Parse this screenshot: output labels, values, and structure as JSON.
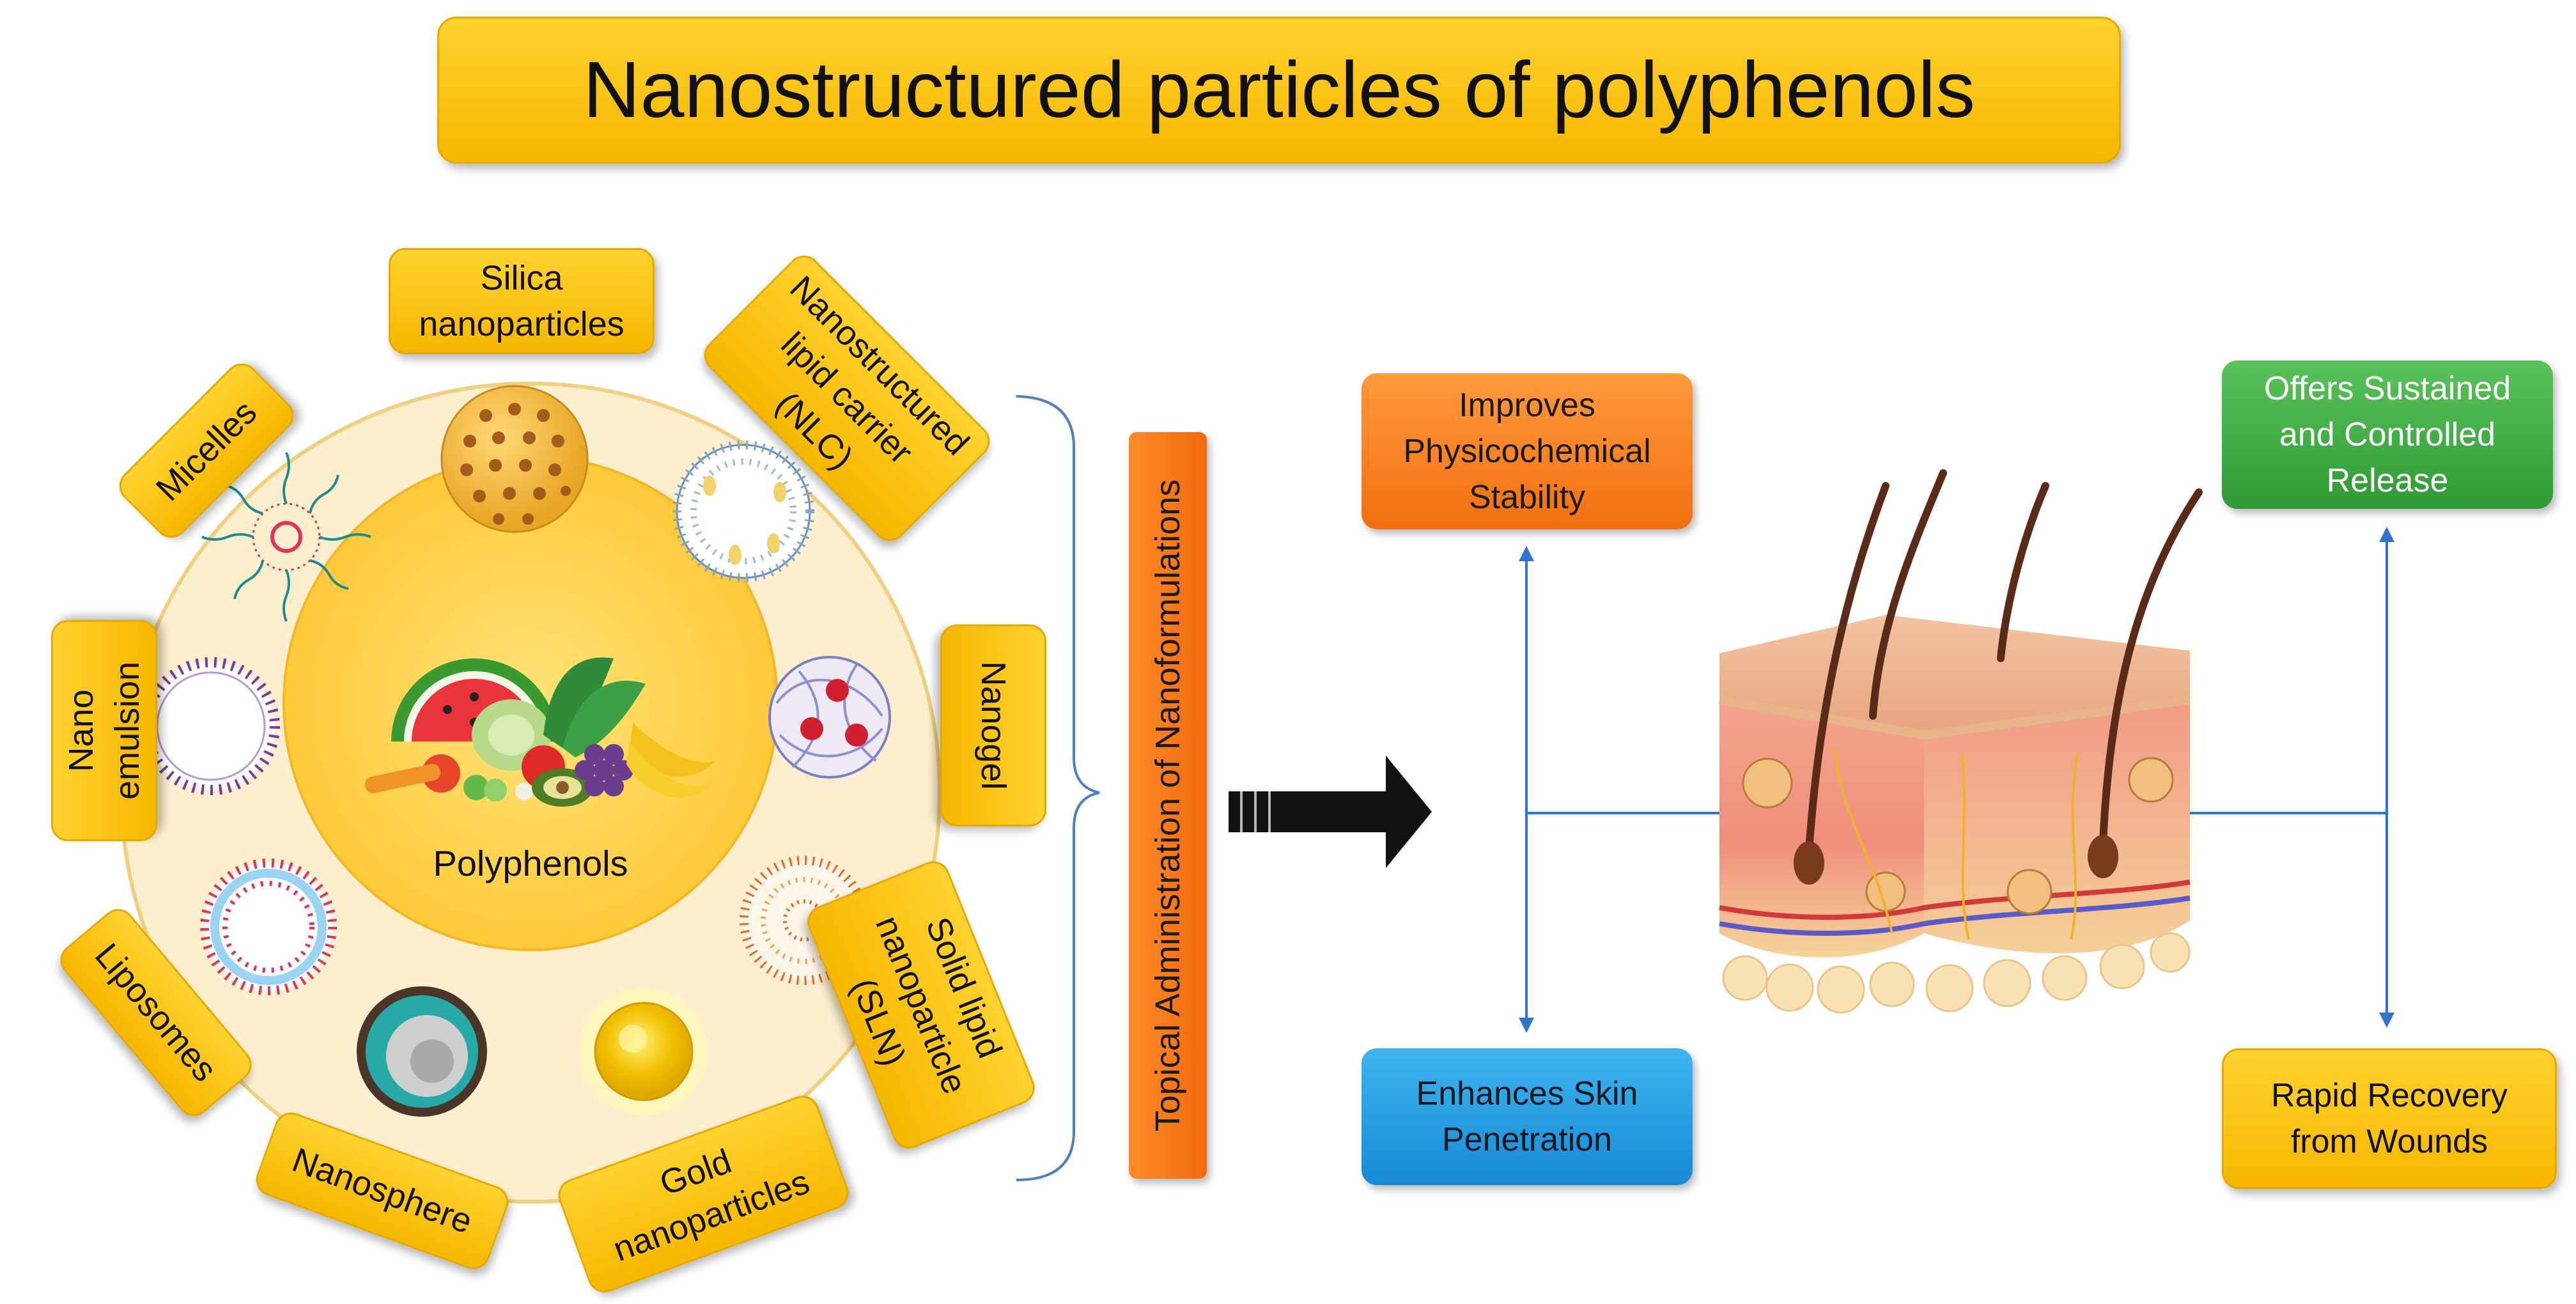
{
  "title": "Nanostructured particles of polyphenols",
  "center_label": "Polyphenols",
  "formulations": {
    "silica": "Silica\nnanoparticles",
    "nlc": "Nanostructured\nlipid carrier\n(NLC)",
    "micelles": "Micelles",
    "nanoemulsion": "Nano\nemulsion",
    "nanogel": "Nanogel",
    "sln": "Solid lipid\nnanoparticle\n(SLN)",
    "liposomes": "Liposomes",
    "nanosphere": "Nanosphere",
    "gold": "Gold\nnanoparticles"
  },
  "topical_label": "Topical Administration of Nanoformulations",
  "benefits": {
    "stability": "Improves\nPhysicochemical\nStability",
    "penetration": "Enhances Skin\nPenetration",
    "release": "Offers Sustained\nand Controlled\nRelease",
    "recovery": "Rapid Recovery\nfrom Wounds"
  },
  "colors": {
    "yellow": "#f9c00f",
    "orange": "#f47a1d",
    "blue": "#1f95dd",
    "green": "#3aa83f",
    "connector": "#2f75c9"
  }
}
